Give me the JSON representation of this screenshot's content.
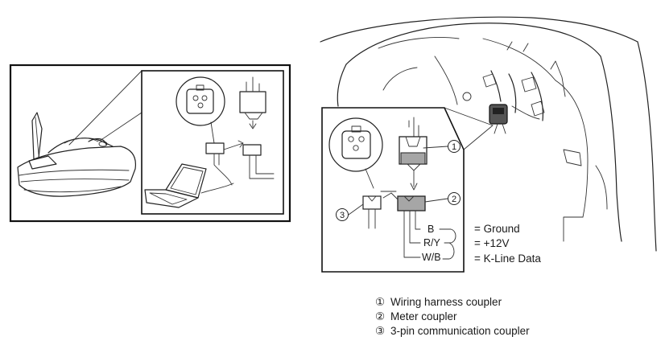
{
  "wire_legend": [
    {
      "color": "B",
      "meaning": "= Ground"
    },
    {
      "color": "R/Y",
      "meaning": "= +12V"
    },
    {
      "color": "W/B",
      "meaning": "= K-Line Data"
    }
  ],
  "callouts": [
    {
      "marker": "①",
      "label": "Wiring harness coupler"
    },
    {
      "marker": "②",
      "label": "Meter coupler"
    },
    {
      "marker": "③",
      "label": "3-pin communication coupler"
    }
  ],
  "colors": {
    "ink": "#222222",
    "coupler_fill": "#a6a6a6",
    "background": "#ffffff"
  }
}
